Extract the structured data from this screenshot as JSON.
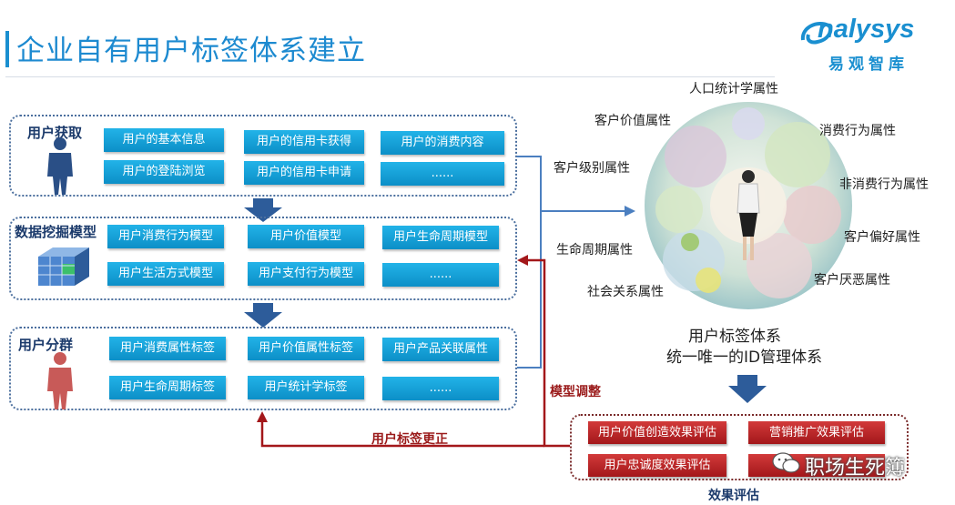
{
  "header": {
    "title": "企业自有用户标签体系建立"
  },
  "logo": {
    "brand": "nalysys",
    "brand_cn": "易观智库"
  },
  "groups": [
    {
      "label": "用户获取",
      "items": [
        "用户的基本信息",
        "用户的信用卡获得",
        "用户的消费内容",
        "用户的登陆浏览",
        "用户的信用卡申请",
        "......"
      ]
    },
    {
      "label": "数据挖掘模型",
      "items": [
        "用户消费行为模型",
        "用户价值模型",
        "用户生命周期模型",
        "用户生活方式模型",
        "用户支付行为模型",
        "......"
      ]
    },
    {
      "label": "用户分群",
      "items": [
        "用户消费属性标签",
        "用户价值属性标签",
        "用户产品关联属性",
        "用户生命周期标签",
        "用户统计学标签",
        "......"
      ]
    }
  ],
  "attributes": {
    "demographic": "人口统计学属性",
    "customer_value": "客户价值属性",
    "consumption": "消费行为属性",
    "customer_level": "客户级别属性",
    "non_consumption": "非消费行为属性",
    "lifecycle": "生命周期属性",
    "preference": "客户偏好属性",
    "social": "社会关系属性",
    "aversion": "客户厌恶属性"
  },
  "tag_system": {
    "line1": "用户标签体系",
    "line2": "统一唯一的ID管理体系"
  },
  "feedback": {
    "model_adjust": "模型调整",
    "tag_correct": "用户标签更正"
  },
  "evaluation": {
    "label": "效果评估",
    "items": [
      "用户价值创造效果评估",
      "营销推广效果评估",
      "用户忠诚度效果评估"
    ]
  },
  "watermark": "职场生死簿",
  "colors": {
    "accent": "#1a8fd0",
    "button": "#1199d6",
    "feedback": "#a3171a",
    "group_border": "#4b6f9e"
  }
}
